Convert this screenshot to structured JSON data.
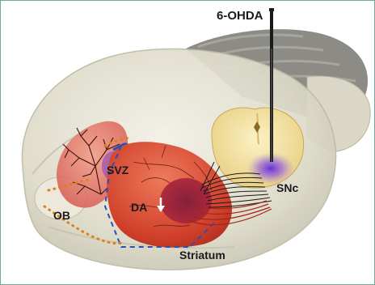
{
  "labels": {
    "toxin": "6-OHDA",
    "svz": "SVZ",
    "da": "DA",
    "ob": "OB",
    "snc": "SNc",
    "striatum": "Striatum"
  },
  "colors": {
    "brain_shell": "#dcd9c8",
    "cerebellum": "#8a8a86",
    "striatum_red": "#d0402c",
    "snc_yellow": "#f2e0a0",
    "purple_glow": "#7a3fd0",
    "dashed_blue": "#2b4fb8",
    "dotted_orange": "#e0801a",
    "frame": "#6fa8a0"
  },
  "icons": {
    "needle": "injection-needle-icon",
    "arrow": "down-arrow-icon"
  }
}
